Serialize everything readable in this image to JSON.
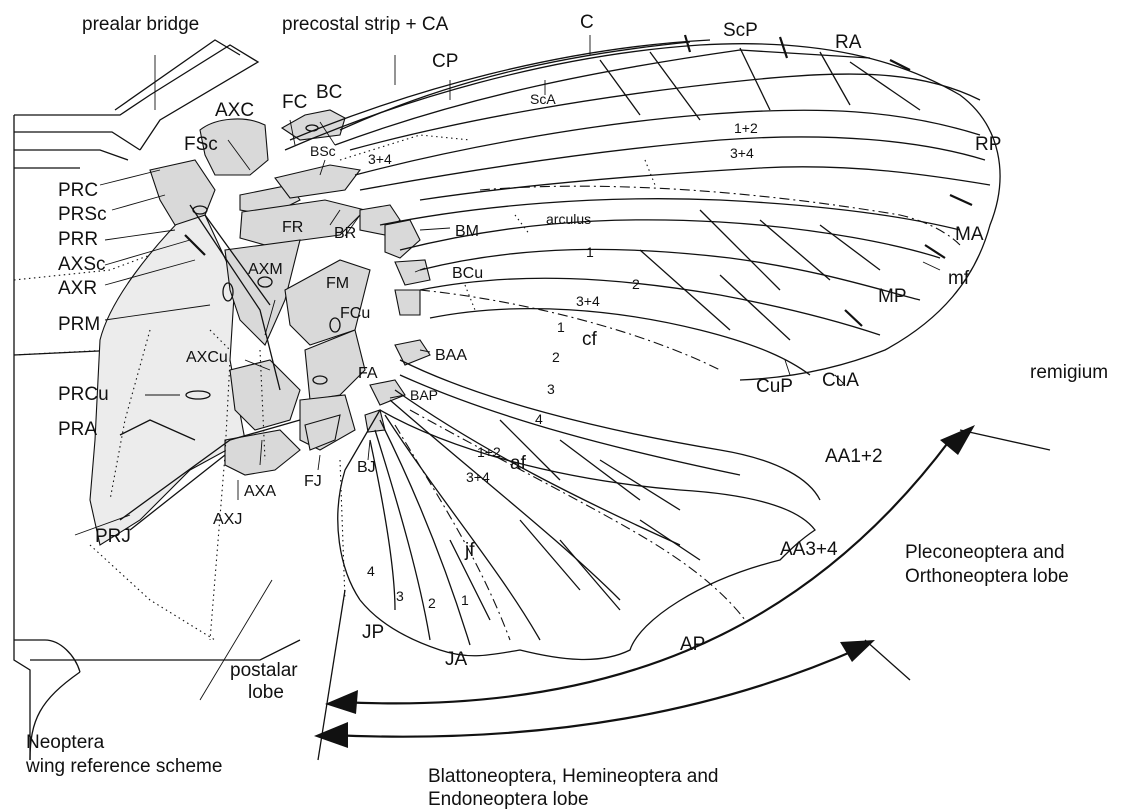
{
  "labels": {
    "prealar_bridge": "prealar bridge",
    "precostal": "precostal strip + CA",
    "C": "C",
    "ScP": "ScP",
    "RA": "RA",
    "CP": "CP",
    "ScA": "ScA",
    "AXC": "AXC",
    "FC": "FC",
    "BC": "BC",
    "FSc": "FSc",
    "BSc": "BSc",
    "r12": "1+2",
    "r34a": "3+4",
    "r34b": "3+4",
    "RP": "RP",
    "PRC": "PRC",
    "PRSc": "PRSc",
    "PRR": "PRR",
    "AXSc": "AXSc",
    "AXR": "AXR",
    "PRM": "PRM",
    "FR": "FR",
    "BR": "BR",
    "BM": "BM",
    "arculus": "arculus",
    "AXM": "AXM",
    "FM": "FM",
    "FCu": "FCu",
    "BCu": "BCu",
    "MA": "MA",
    "mf": "mf",
    "MP": "MP",
    "m1": "1",
    "m2": "2",
    "m34": "3+4",
    "c1": "1",
    "cf": "cf",
    "CuA": "CuA",
    "CuP": "CuP",
    "remigium": "remigium",
    "AXCu": "AXCu",
    "BAA": "BAA",
    "FA": "FA",
    "BAP": "BAP",
    "PRCu": "PRCu",
    "a2": "2",
    "a3": "3",
    "a4": "4",
    "a12": "1+2",
    "af": "af",
    "a34": "3+4",
    "PRA": "PRA",
    "AXA": "AXA",
    "FJ": "FJ",
    "BJ": "BJ",
    "AXJ": "AXJ",
    "PRJ": "PRJ",
    "AA12": "AA1+2",
    "AA34": "AA3+4",
    "jf": "jf",
    "j4": "4",
    "j3": "3",
    "j2": "2",
    "j1": "1",
    "JP": "JP",
    "JA": "JA",
    "AP": "AP",
    "postalar1": "postalar",
    "postalar2": "lobe",
    "neoptera1": "Neoptera",
    "neoptera2": "wing reference scheme",
    "pleco1": "Pleconeoptera and",
    "pleco2": "Orthoneoptera lobe",
    "blatto1": "Blattoneoptera, Hemineoptera and",
    "blatto2": "Endoneoptera lobe"
  }
}
